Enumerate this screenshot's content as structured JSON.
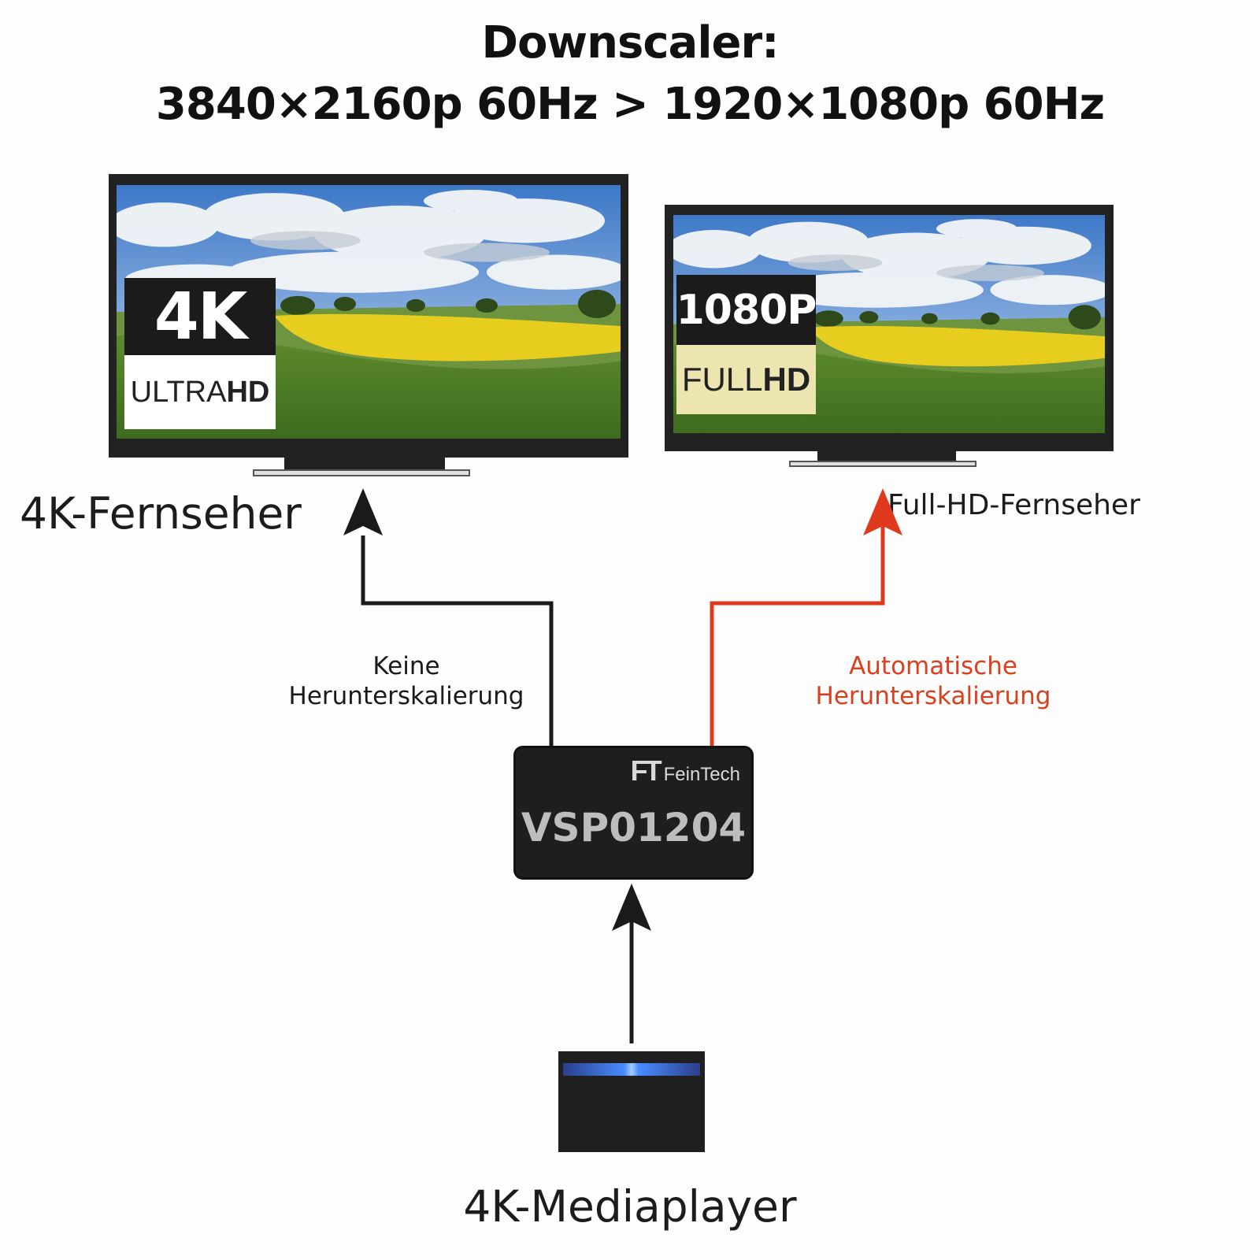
{
  "title": {
    "line1": "Downscaler:",
    "line2": "3840×2160p 60Hz  >  1920×1080p 60Hz"
  },
  "tv_4k": {
    "badge_top": "4K",
    "badge_bottom_light": "ULTRA",
    "badge_bottom_bold": "HD",
    "caption": "4K-Fernseher"
  },
  "tv_fullhd": {
    "badge_top": "1080P",
    "badge_bottom_light": "FULL",
    "badge_bottom_bold": "HD",
    "caption": "Full-HD-Fernseher"
  },
  "paths": {
    "left_label_line1": "Keine",
    "left_label_line2": "Herunterskalierung",
    "right_label_line1": "Automatische",
    "right_label_line2": "Herunterskalierung"
  },
  "device": {
    "brand_mark": "FT",
    "brand_name": "FeinTech",
    "model": "VSP01204"
  },
  "source": {
    "caption": "4K-Mediaplayer"
  },
  "colors": {
    "arrow_dark": "#1a1a1a",
    "arrow_red": "#e03a1e",
    "label_red": "#d9401f",
    "badge_cream": "#ece5b0",
    "led_blue": "#4a8cff"
  }
}
